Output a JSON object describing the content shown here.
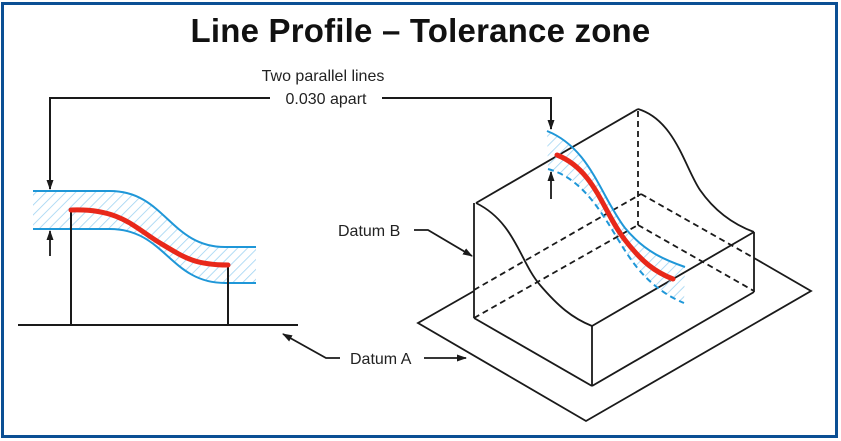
{
  "title": "Line Profile – Tolerance zone",
  "annotations": {
    "zone_line1": "Two parallel lines",
    "zone_line2": "0.030 apart",
    "datum_a": "Datum A",
    "datum_b": "Datum B"
  },
  "colors": {
    "frame": "#0b4f94",
    "profile": "#e8281a",
    "tolerance_boundary": "#1f97d8",
    "hatch": "#9fd3f2",
    "ink": "#1a1a1a"
  },
  "icons": [
    "arrow-icon"
  ]
}
